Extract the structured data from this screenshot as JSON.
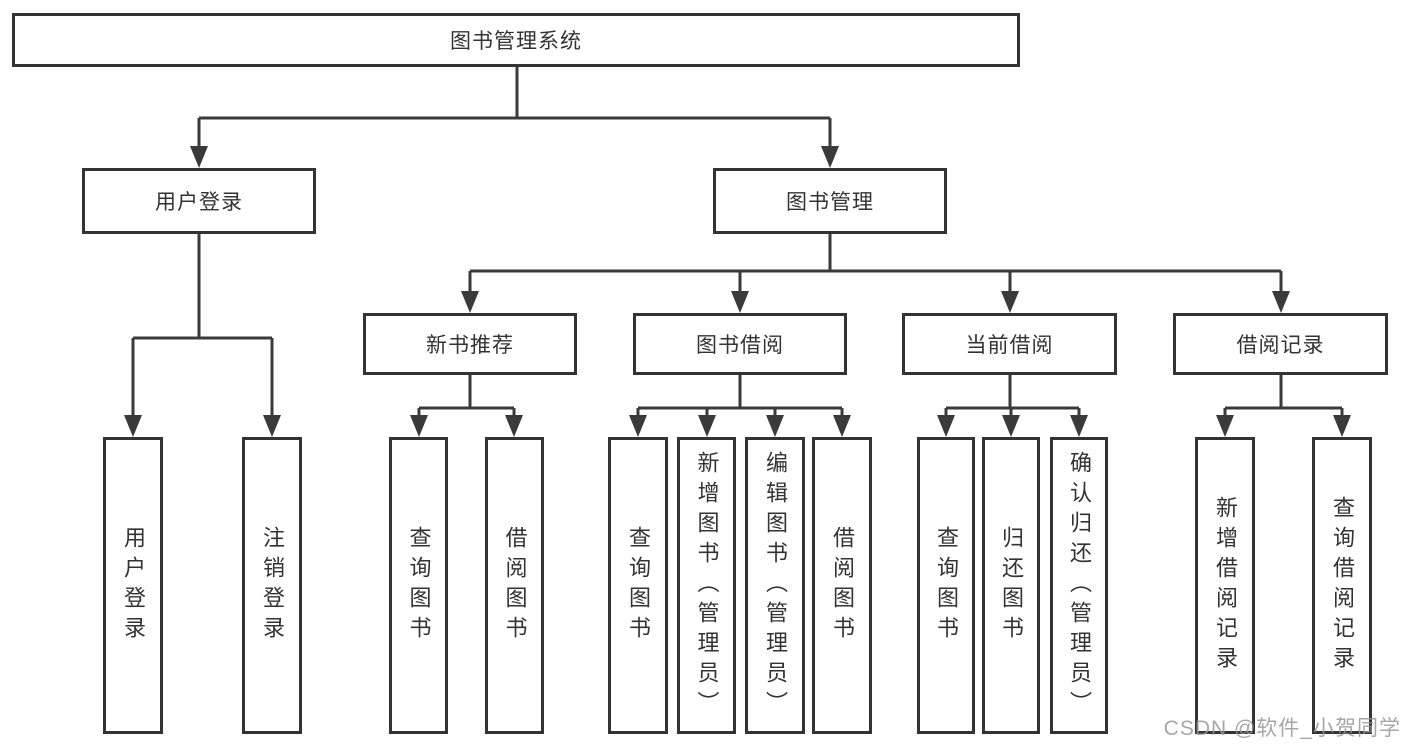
{
  "diagram": {
    "root": {
      "label": "图书管理系统"
    },
    "level2": [
      {
        "label": "用户登录"
      },
      {
        "label": "图书管理"
      }
    ],
    "level3": [
      {
        "label": "新书推荐"
      },
      {
        "label": "图书借阅"
      },
      {
        "label": "当前借阅"
      },
      {
        "label": "借阅记录"
      }
    ],
    "leaves": {
      "user_login": [
        "用户登录",
        "注销登录"
      ],
      "new_book": [
        "查询图书",
        "借阅图书"
      ],
      "book_borrow": [
        "查询图书",
        "新增图书（管理员）",
        "编辑图书（管理员）",
        "借阅图书"
      ],
      "current_borrow": [
        "查询图书",
        "归还图书",
        "确认归还（管理员）"
      ],
      "borrow_records": [
        "新增借阅记录",
        "查询借阅记录"
      ]
    }
  },
  "watermark": "CSDN @软件_小贺同学",
  "colors": {
    "line": "#3a3a3a",
    "box_border": "#333333",
    "text": "#333333",
    "background": "#ffffff",
    "watermark": "#969696"
  }
}
